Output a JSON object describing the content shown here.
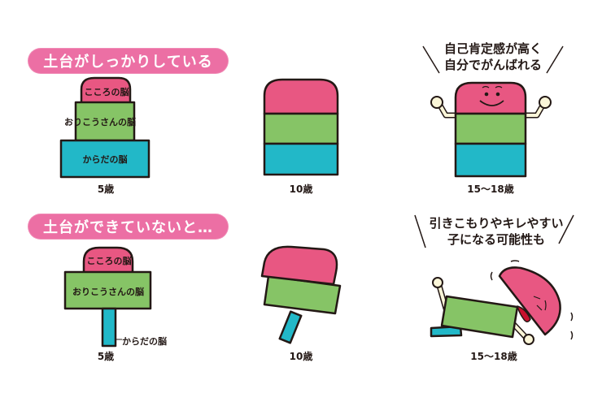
{
  "colors": {
    "banner": "#ec6fa4",
    "heart_brain": "#e85782",
    "smart_brain": "#86c466",
    "body_brain": "#22b8c8",
    "outline": "#231815",
    "arm": "#fbf6d8"
  },
  "top_section": {
    "banner": "土台がしっかりしている",
    "stage_5": {
      "age": "5歳",
      "layers": {
        "heart": "こころの脳",
        "smart": "おりこうさんの脳",
        "body": "からだの脳"
      }
    },
    "stage_10": {
      "age": "10歳"
    },
    "stage_15": {
      "age": "15〜18歳",
      "message_line1": "自己肯定感が高く",
      "message_line2": "自分でがんばれる"
    }
  },
  "bottom_section": {
    "banner": "土台ができていないと…",
    "stage_5": {
      "age": "5歳",
      "layers": {
        "heart": "こころの脳",
        "smart": "おりこうさんの脳",
        "body": "からだの脳"
      }
    },
    "stage_10": {
      "age": "10歳"
    },
    "stage_15": {
      "age": "15〜18歳",
      "message_line1": "引きこもりやキレやすい",
      "message_line2": "子になる可能性も"
    }
  }
}
